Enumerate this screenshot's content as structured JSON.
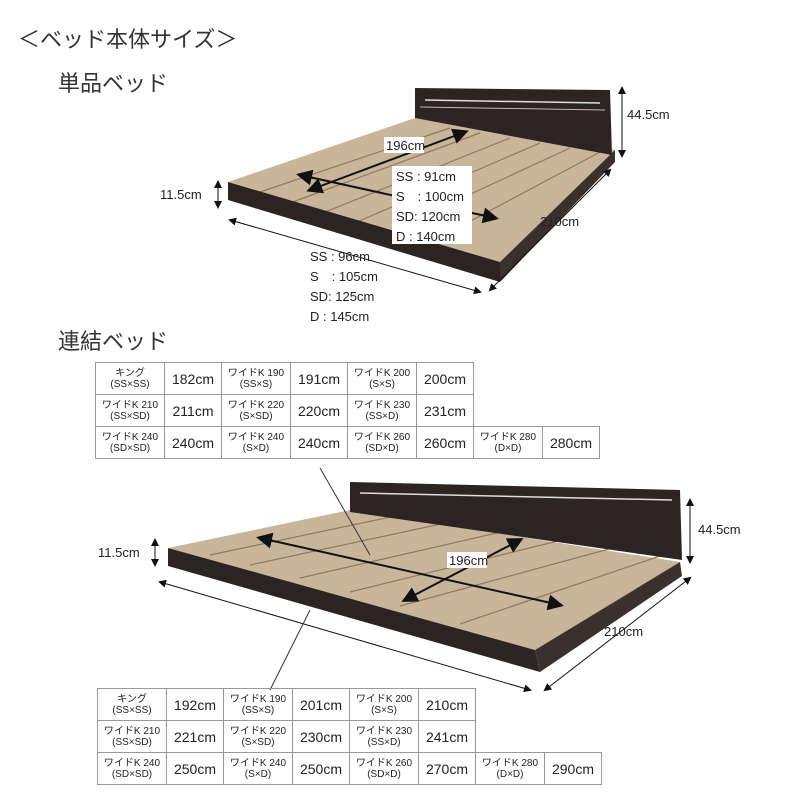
{
  "heading": "＜ベッド本体サイズ＞",
  "single": {
    "title": "単品ベッド",
    "height_headboard": "44.5cm",
    "height_frame": "11.5cm",
    "length": "210cm",
    "mattress_length": "196cm",
    "mattress_widths": [
      "SS : 91cm",
      "S　: 100cm",
      "SD: 120cm",
      "D : 140cm"
    ],
    "frame_widths": [
      "SS : 96cm",
      "S　: 105cm",
      "SD: 125cm",
      "D : 145cm"
    ]
  },
  "linked": {
    "title": "連結ベッド",
    "height_headboard": "44.5cm",
    "height_frame": "11.5cm",
    "length": "210cm",
    "mattress_length": "196cm",
    "table_mattress": [
      [
        {
          "name": "キング",
          "combo": "(SS×SS)",
          "value": "182cm"
        },
        {
          "name": "ワイドK 190",
          "combo": "(SS×S)",
          "value": "191cm"
        },
        {
          "name": "ワイドK 200",
          "combo": "(S×S)",
          "value": "200cm"
        }
      ],
      [
        {
          "name": "ワイドK 210",
          "combo": "(SS×SD)",
          "value": "211cm"
        },
        {
          "name": "ワイドK 220",
          "combo": "(S×SD)",
          "value": "220cm"
        },
        {
          "name": "ワイドK 230",
          "combo": "(SS×D)",
          "value": "231cm"
        }
      ],
      [
        {
          "name": "ワイドK 240",
          "combo": "(SD×SD)",
          "value": "240cm"
        },
        {
          "name": "ワイドK 240",
          "combo": "(S×D)",
          "value": "240cm"
        },
        {
          "name": "ワイドK 260",
          "combo": "(SD×D)",
          "value": "260cm"
        },
        {
          "name": "ワイドK 280",
          "combo": "(D×D)",
          "value": "280cm"
        }
      ]
    ],
    "table_frame": [
      [
        {
          "name": "キング",
          "combo": "(SS×SS)",
          "value": "192cm"
        },
        {
          "name": "ワイドK 190",
          "combo": "(SS×S)",
          "value": "201cm"
        },
        {
          "name": "ワイドK 200",
          "combo": "(S×S)",
          "value": "210cm"
        }
      ],
      [
        {
          "name": "ワイドK 210",
          "combo": "(SS×SD)",
          "value": "221cm"
        },
        {
          "name": "ワイドK 220",
          "combo": "(S×SD)",
          "value": "230cm"
        },
        {
          "name": "ワイドK 230",
          "combo": "(SS×D)",
          "value": "241cm"
        }
      ],
      [
        {
          "name": "ワイドK 240",
          "combo": "(SD×SD)",
          "value": "250cm"
        },
        {
          "name": "ワイドK 240",
          "combo": "(S×D)",
          "value": "250cm"
        },
        {
          "name": "ワイドK 260",
          "combo": "(SD×D)",
          "value": "270cm"
        },
        {
          "name": "ワイドK 280",
          "combo": "(D×D)",
          "value": "290cm"
        }
      ]
    ]
  },
  "colors": {
    "frame": "#2b2422",
    "slat": "#c9b59a",
    "slat_line": "#8e7a62"
  }
}
